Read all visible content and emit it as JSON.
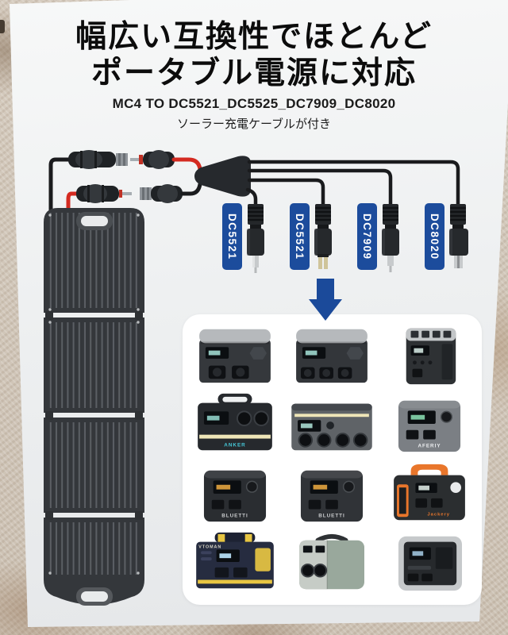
{
  "header": {
    "title_line1": "幅広い互換性でほとんど",
    "title_line2": "ポータブル電源に対応",
    "subtitle": "MC4 TO DC5521_DC5525_DC7909_DC8020",
    "subtitle2": "ソーラー充電ケーブルが付き"
  },
  "diagram": {
    "connector_labels": [
      "DC5521",
      "DC5521",
      "DC7909",
      "DC8020"
    ],
    "colors": {
      "label_blue": "#1c4c9c",
      "arrow_blue": "#1b4a9a",
      "wire_red": "#d42a20",
      "wire_black": "#1a1b1d",
      "panel_dark": "#34373b"
    }
  },
  "compatibility": {
    "products": [
      {
        "id": "river2-max",
        "style": "river",
        "body": "#35383c",
        "top": "#b6b9bc",
        "outlets": 2,
        "brand": "",
        "brand_color": ""
      },
      {
        "id": "river2-pro",
        "style": "river",
        "body": "#33363a",
        "top": "#b6b9bc",
        "outlets": 3,
        "brand": "",
        "brand_color": ""
      },
      {
        "id": "delta2",
        "style": "delta",
        "body": "#2e3134",
        "top": "#c3c6c8",
        "brand": "",
        "brand_color": ""
      },
      {
        "id": "anker-535",
        "style": "anker",
        "body": "#26292d",
        "accent": "#efe6b8",
        "brand": "ANKER",
        "brand_color": "#46c8d8"
      },
      {
        "id": "anker-757",
        "style": "wide",
        "body": "#5f6367",
        "accent": "#efe6b8",
        "brand": "",
        "brand_color": ""
      },
      {
        "id": "aferiy",
        "style": "cube",
        "body": "#7b7f84",
        "screen_glow": "#86d8ae",
        "brand": "AFERIY",
        "brand_color": "#eceef0"
      },
      {
        "id": "bluetti-eb3a",
        "style": "cube",
        "body": "#2a2d31",
        "screen_glow": "#e3a43f",
        "brand": "BLUETTI",
        "brand_color": "#c9cbcd"
      },
      {
        "id": "bluetti-eb70",
        "style": "cube",
        "body": "#303337",
        "screen_glow": "#e3a43f",
        "brand": "BLUETTI",
        "brand_color": "#c9cbcd"
      },
      {
        "id": "jackery-1000",
        "style": "jackery",
        "body": "#2b2e30",
        "accent": "#e9762b",
        "brand": "Jackery",
        "brand_color": "#e9762b"
      },
      {
        "id": "vtoman",
        "style": "vtoman",
        "body": "#262c40",
        "accent": "#e7c542",
        "brand": "VTOMAN",
        "brand_color": "#d9d6c6"
      },
      {
        "id": "green-station",
        "style": "green",
        "body": "#99a89c",
        "brand": "",
        "brand_color": ""
      },
      {
        "id": "framed-station",
        "style": "framed",
        "body": "#26292c",
        "top": "#c6c9cb",
        "brand": "",
        "brand_color": ""
      }
    ]
  }
}
